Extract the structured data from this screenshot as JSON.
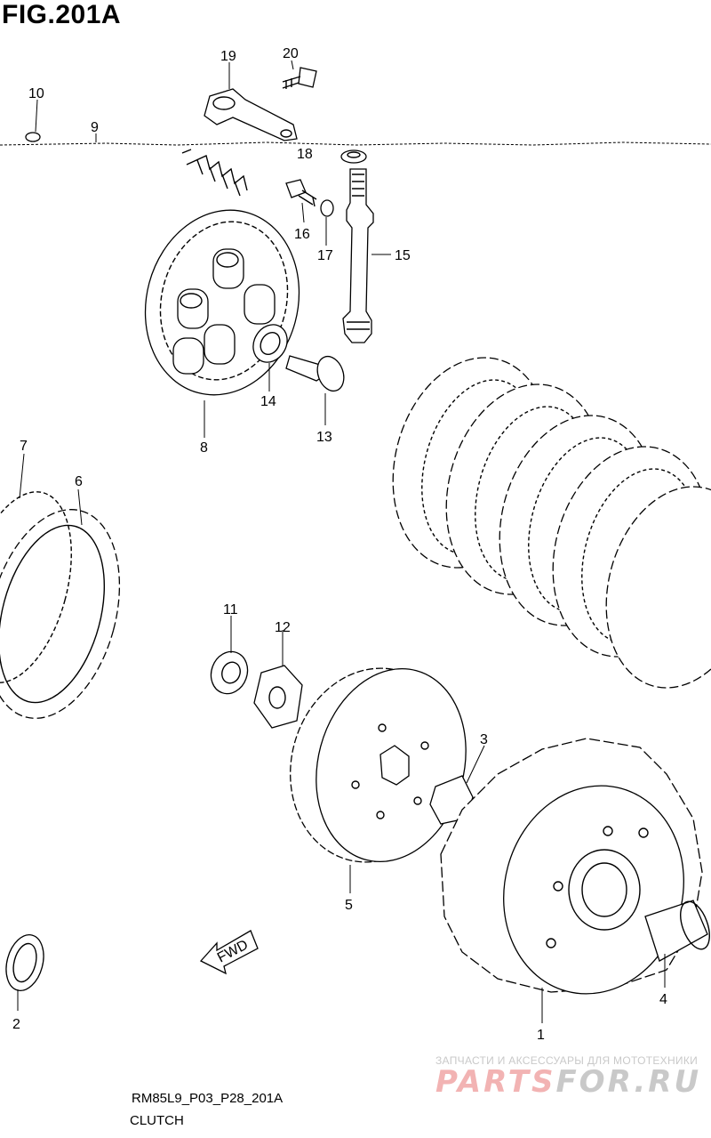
{
  "header": {
    "figure_title": "FIG.201A"
  },
  "footer": {
    "diagram_code": "RM85L9_P03_P28_201A",
    "section_name": "CLUTCH"
  },
  "direction_arrow": {
    "label": "FWD"
  },
  "watermark": {
    "tagline": "ЗАПЧАСТИ И АКСЕССУАРЫ ДЛЯ МОТОТЕХНИКИ",
    "logo_main": "PARTS",
    "logo_tail": "FOR.RU"
  },
  "parts": [
    {
      "ref": "1"
    },
    {
      "ref": "2"
    },
    {
      "ref": "3"
    },
    {
      "ref": "4"
    },
    {
      "ref": "5"
    },
    {
      "ref": "6"
    },
    {
      "ref": "7"
    },
    {
      "ref": "8"
    },
    {
      "ref": "9"
    },
    {
      "ref": "10"
    },
    {
      "ref": "11"
    },
    {
      "ref": "12"
    },
    {
      "ref": "13"
    },
    {
      "ref": "14"
    },
    {
      "ref": "15"
    },
    {
      "ref": "16"
    },
    {
      "ref": "17"
    },
    {
      "ref": "18"
    },
    {
      "ref": "19"
    },
    {
      "ref": "20"
    }
  ]
}
